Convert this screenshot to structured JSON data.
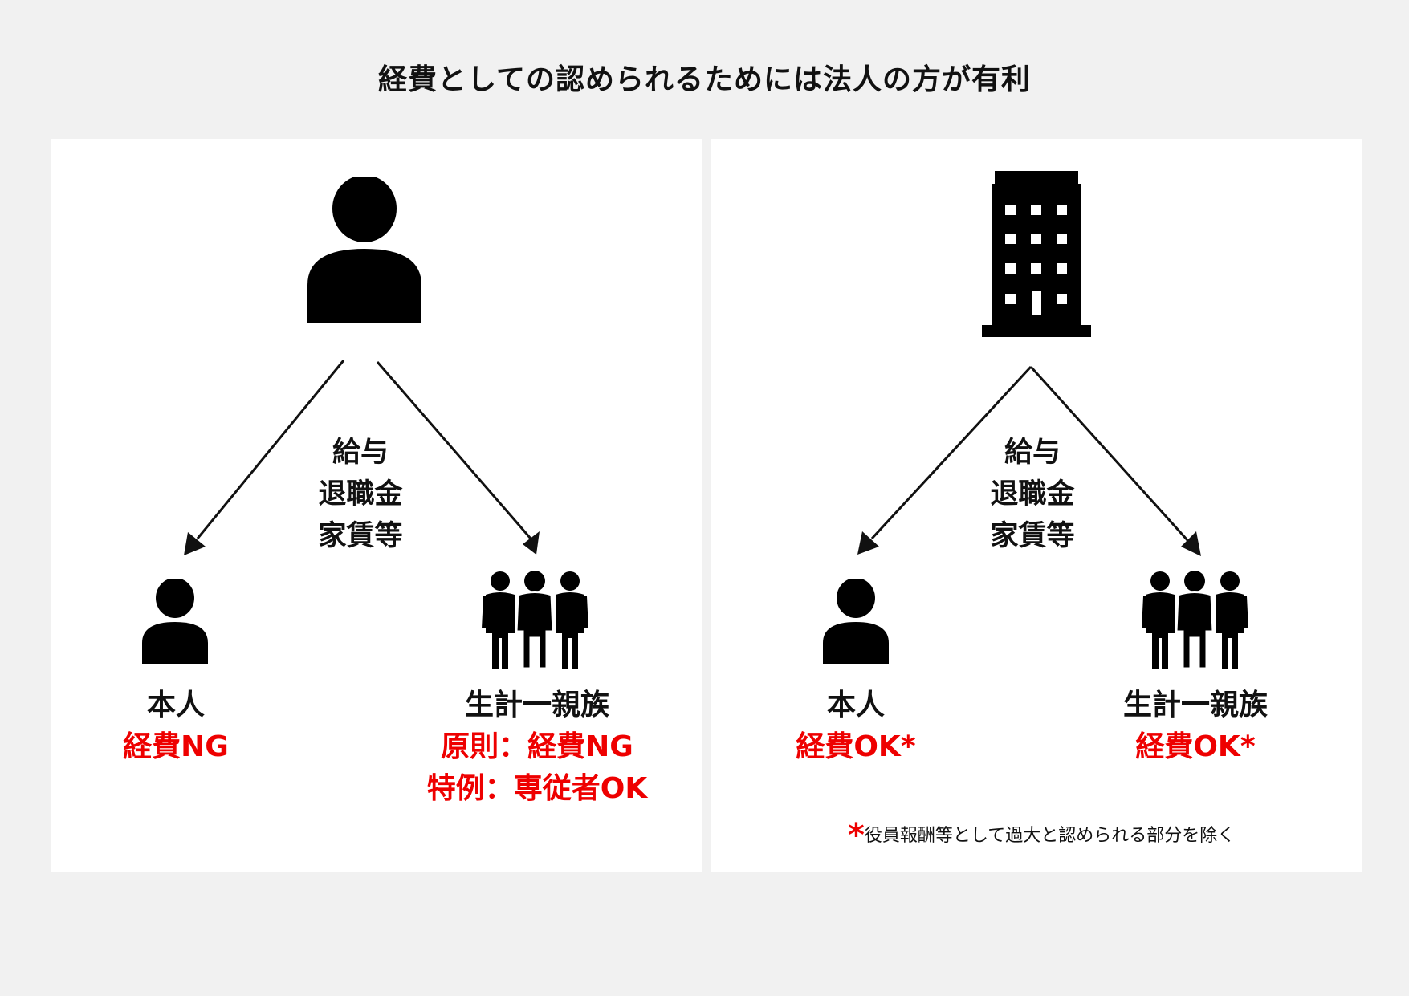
{
  "title": "経費としての認められるためには法人の方が有利",
  "colors": {
    "accent_red": "#ee0000",
    "ink": "#111111",
    "panel": "#ffffff",
    "background": "#f1f1f1"
  },
  "left": {
    "source_icon": "person-icon",
    "flow_lines": [
      "給与",
      "退職金",
      "家賃等"
    ],
    "self": {
      "icon": "person-icon",
      "name": "本人",
      "result": "経費NG"
    },
    "family": {
      "icon": "group-icon",
      "name": "生計一親族",
      "result_lines": [
        "原則：経費NG",
        "特例：専従者OK"
      ]
    }
  },
  "right": {
    "source_icon": "building-icon",
    "flow_lines": [
      "給与",
      "退職金",
      "家賃等"
    ],
    "self": {
      "icon": "person-icon",
      "name": "本人",
      "result": "経費OK*"
    },
    "family": {
      "icon": "group-icon",
      "name": "生計一親族",
      "result": "経費OK*"
    },
    "footnote": {
      "mark": "*",
      "text": "役員報酬等として過大と認められる部分を除く"
    }
  }
}
